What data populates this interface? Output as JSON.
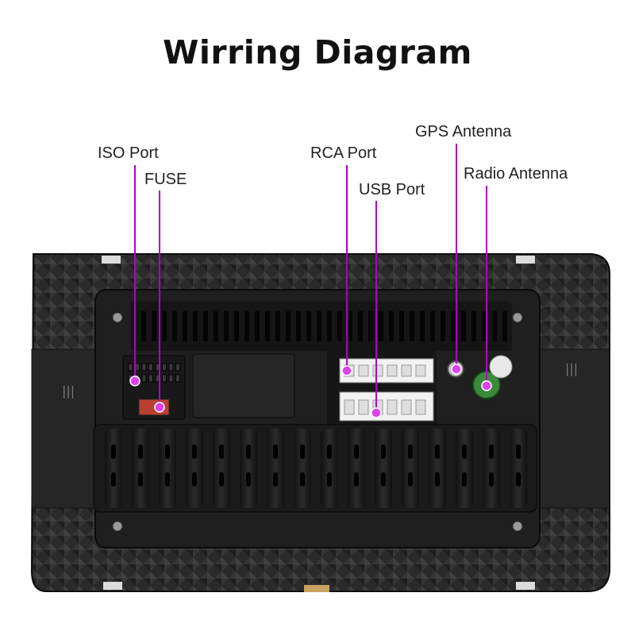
{
  "title": "Wirring Diagram",
  "labels": {
    "iso_port": "ISO Port",
    "fuse": "FUSE",
    "rca_port": "RCA Port",
    "usb_port": "USB Port",
    "gps_antenna": "GPS Antenna",
    "radio_antenna": "Radio Antenna"
  },
  "colors": {
    "leader_line": "#b000c8",
    "marker_dot": "#e040f0",
    "housing": "#2b2b2b",
    "connector_white": "#f2f2f2",
    "radio_socket": "#3a8a3a"
  }
}
